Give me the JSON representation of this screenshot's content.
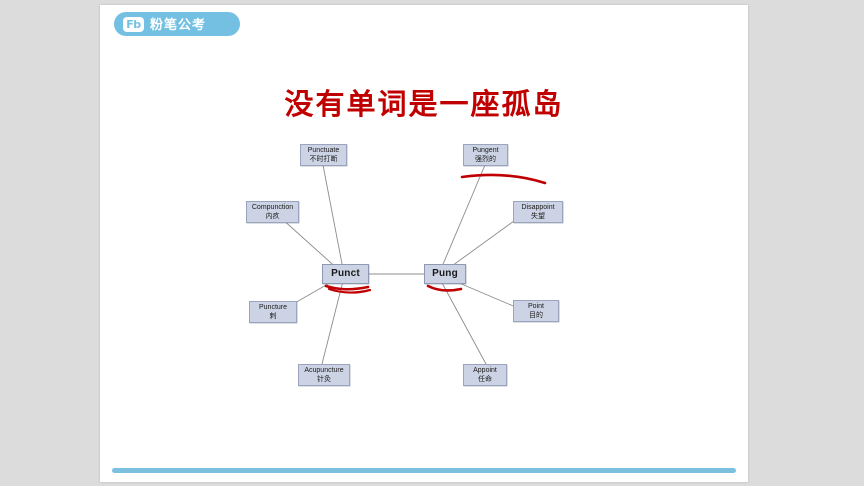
{
  "app": {
    "background_color": "#dcdcdc",
    "slide_background": "#ffffff"
  },
  "brand": {
    "logo_text": "Fb",
    "name": "粉笔公考",
    "banner_color": "#74c0e3"
  },
  "slide": {
    "title": "没有单词是一座孤岛",
    "title_color": "#c00000",
    "accent_bar_color": "#7cc0df"
  },
  "diagram": {
    "node_fill": "#ccd3e4",
    "node_border": "#9aa5bd",
    "connector_color": "#8c8c8c",
    "annotation_color": "#c00000",
    "roots": [
      {
        "id": "punct",
        "en": "Punct",
        "zh": "",
        "underlined": true
      },
      {
        "id": "pung",
        "en": "Pung",
        "zh": "",
        "underlined": true
      }
    ],
    "nodes": [
      {
        "id": "punctuate",
        "en": "Punctuate",
        "zh": "不时打断",
        "parent": "punct",
        "underlined": false
      },
      {
        "id": "compunction",
        "en": "Compunction",
        "zh": "内疚",
        "parent": "punct",
        "underlined": false
      },
      {
        "id": "puncture",
        "en": "Puncture",
        "zh": "刺",
        "parent": "punct",
        "underlined": false
      },
      {
        "id": "acupuncture",
        "en": "Acupuncture",
        "zh": "针灸",
        "parent": "punct",
        "underlined": false
      },
      {
        "id": "pungent",
        "en": "Pungent",
        "zh": "强烈的",
        "parent": "pung",
        "underlined": true
      },
      {
        "id": "disappoint",
        "en": "Disappoint",
        "zh": "失望",
        "parent": "pung",
        "underlined": false
      },
      {
        "id": "point",
        "en": "Point",
        "zh": "目的",
        "parent": "pung",
        "underlined": false
      },
      {
        "id": "appoint",
        "en": "Appoint",
        "zh": "任命",
        "parent": "pung",
        "underlined": false
      }
    ],
    "arrow": {
      "from": "pung",
      "to": "punct",
      "direction": "left"
    }
  }
}
